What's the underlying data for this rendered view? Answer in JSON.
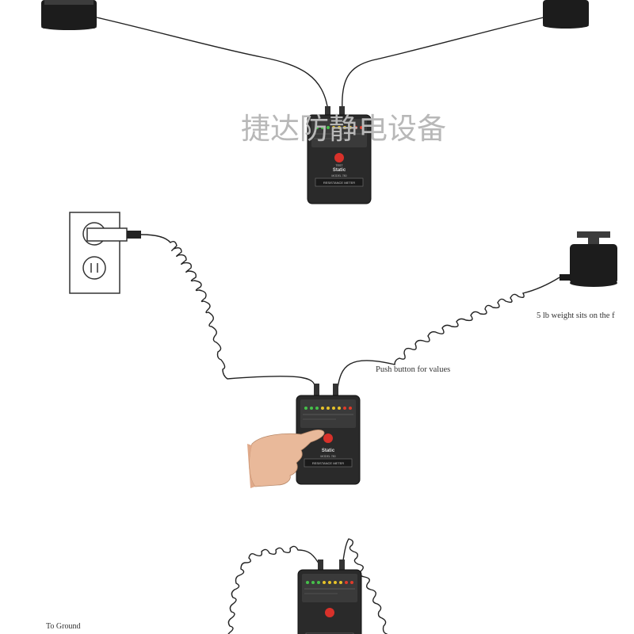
{
  "watermark": "捷达防静电设备",
  "labels": {
    "push_button": "Push button for values",
    "weight_note": "5 lb weight sits on the f",
    "to_ground": "To Ground"
  },
  "meter": {
    "brand": "Static",
    "model": "MODEL 780",
    "name": "RESISTANCE METER",
    "test_label": "TEST"
  },
  "colors": {
    "meter": "#2a2a2a",
    "led_green": "#46c04a",
    "led_yellow": "#e6c229",
    "led_red": "#e03a2a",
    "test_button": "#d8312a",
    "skin": "#e9b99a"
  }
}
